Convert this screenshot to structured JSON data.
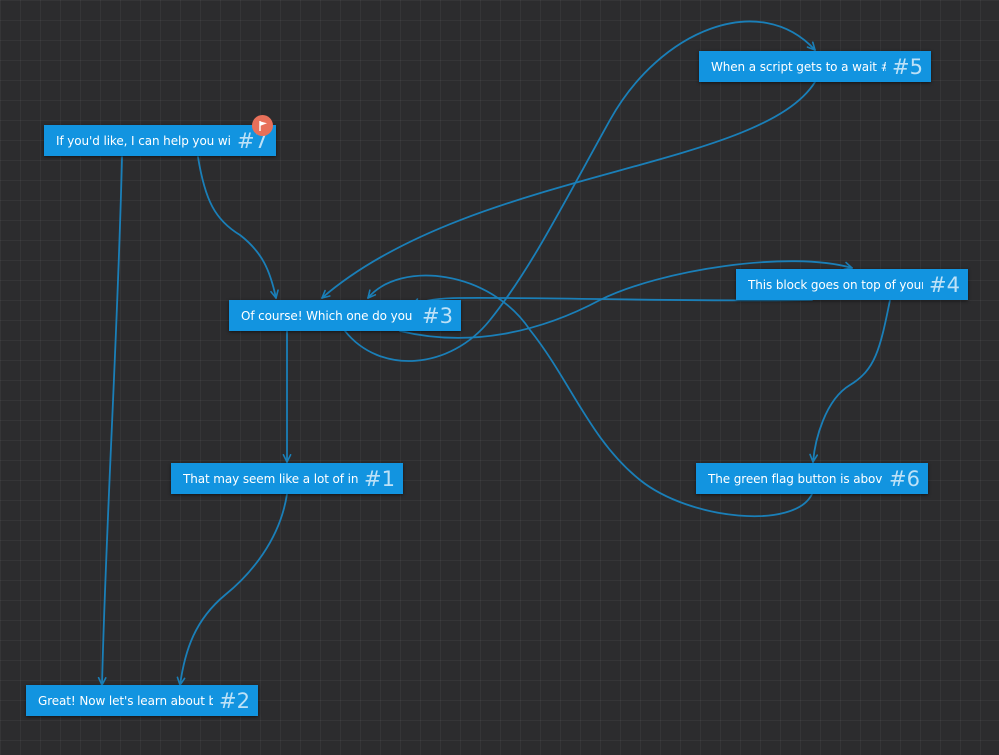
{
  "colors": {
    "background": "#2c2c2e",
    "node_fill": "#1294e0",
    "edge": "#1a7fb8",
    "start_flag": "#e8705a"
  },
  "nodes": [
    {
      "id": "#7",
      "text": "If you'd like, I can help you with ...",
      "start": true,
      "icon": "flag-icon"
    },
    {
      "id": "#5",
      "text": "When a script gets to a wait # Se..."
    },
    {
      "id": "#3",
      "text": "Of course! Which one do you wa..."
    },
    {
      "id": "#4",
      "text": "This block goes on top of your s..."
    },
    {
      "id": "#1",
      "text": "That may seem like a lot of infor..."
    },
    {
      "id": "#6",
      "text": "The green flag button is above t..."
    },
    {
      "id": "#2",
      "text": "Great! Now let's learn about bloc..."
    }
  ],
  "edges": [
    {
      "from": "#7",
      "to": "#2"
    },
    {
      "from": "#7",
      "to": "#3"
    },
    {
      "from": "#3",
      "to": "#1"
    },
    {
      "from": "#1",
      "to": "#2"
    },
    {
      "from": "#3",
      "to": "#5"
    },
    {
      "from": "#5",
      "to": "#3"
    },
    {
      "from": "#3",
      "to": "#4"
    },
    {
      "from": "#4",
      "to": "#3"
    },
    {
      "from": "#4",
      "to": "#6"
    },
    {
      "from": "#6",
      "to": "#3"
    }
  ]
}
